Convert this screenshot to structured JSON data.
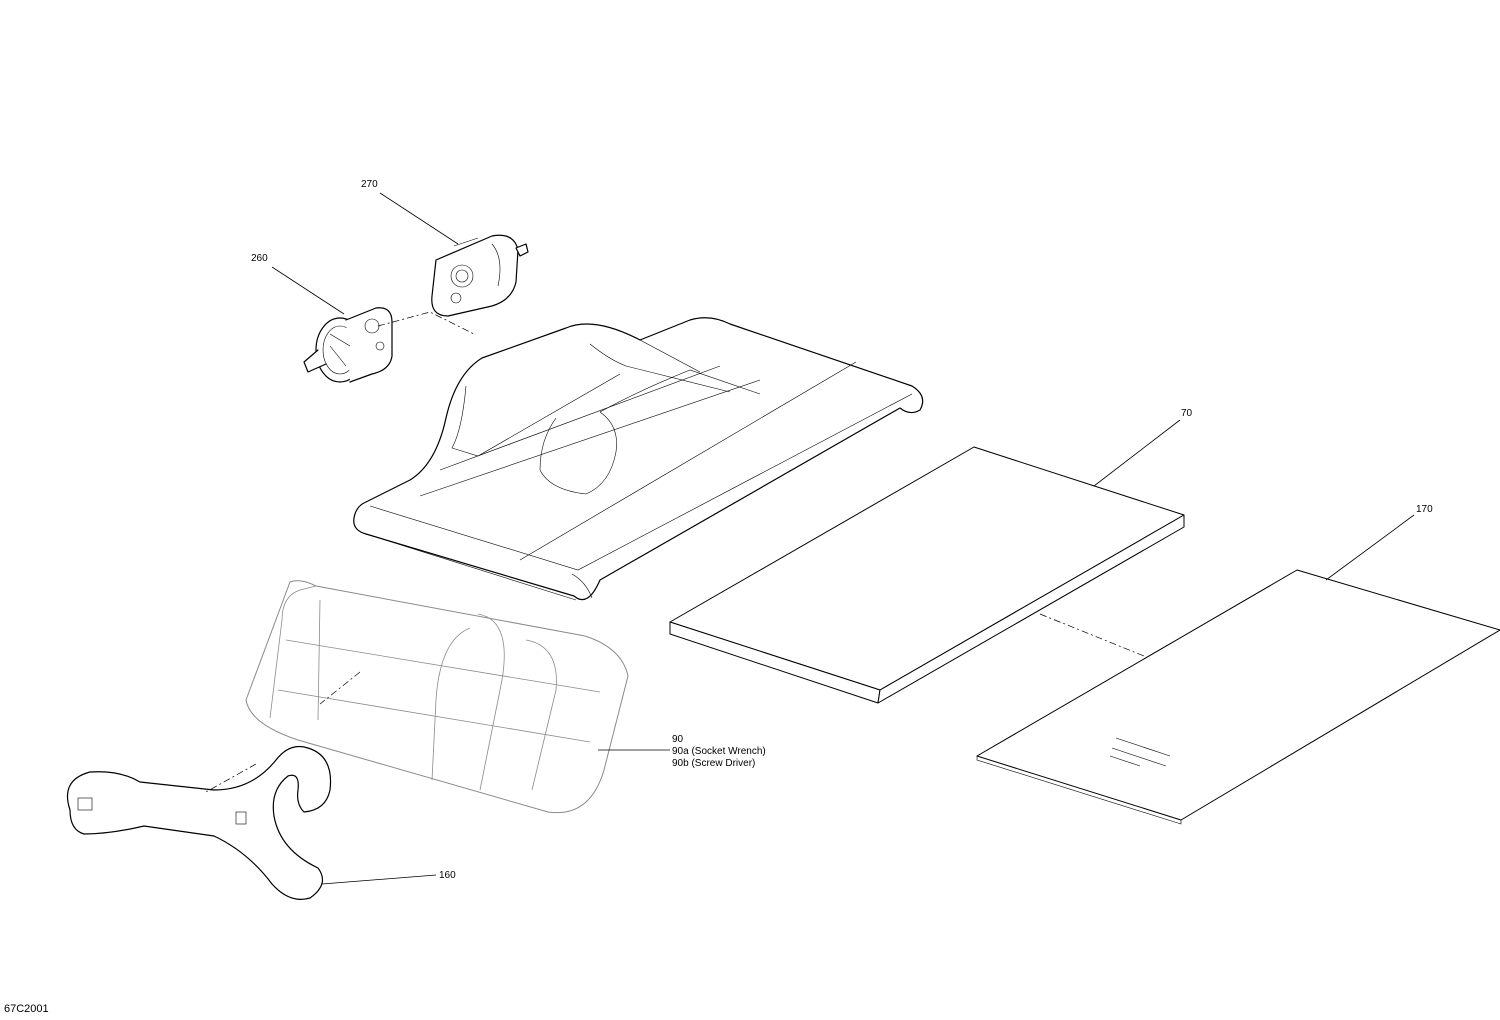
{
  "figure_code": "67C2001",
  "callouts": {
    "p270": "270",
    "p260": "260",
    "p70": "70",
    "p170": "170",
    "p90": "90",
    "p90a": "90a (Socket Wrench)",
    "p90b": "90b (Screw Driver)",
    "p160": "160"
  },
  "colors": {
    "line": "#000000",
    "ghost": "#8a8a8a",
    "background": "#ffffff"
  }
}
